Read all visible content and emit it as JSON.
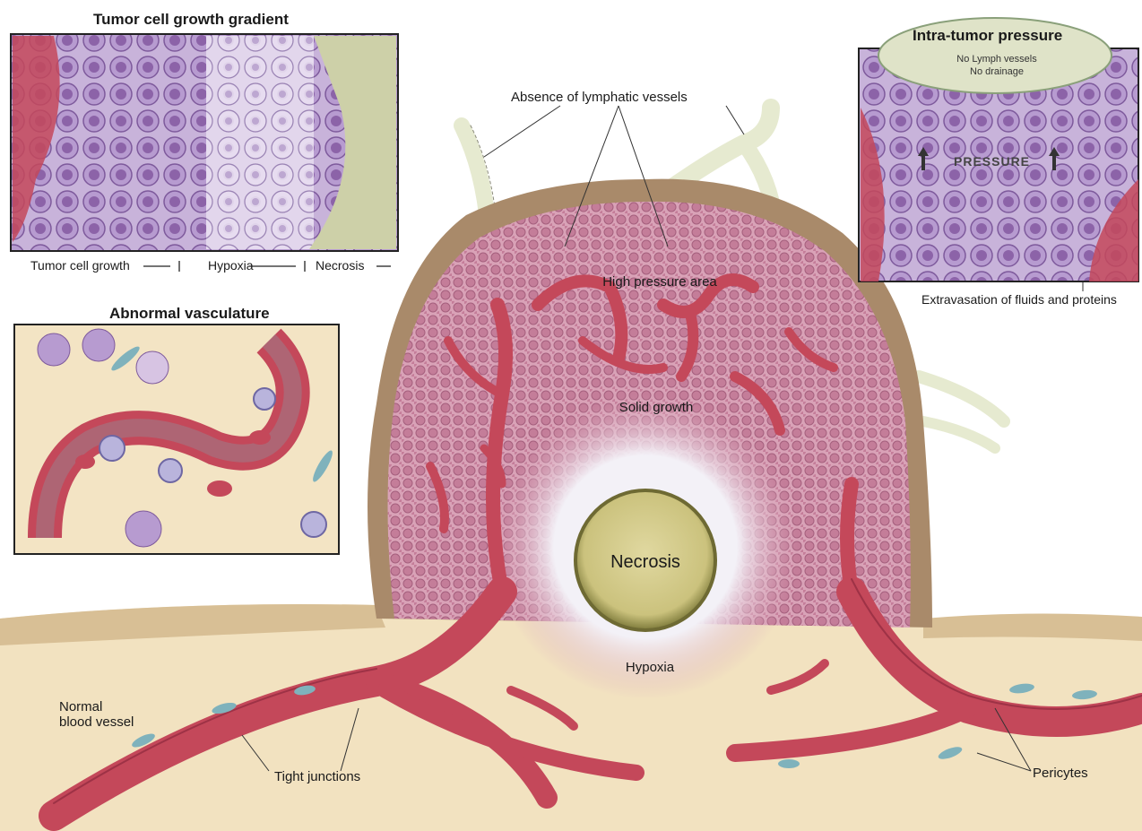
{
  "panels": {
    "growth_gradient": {
      "title": "Tumor cell growth gradient",
      "scale": {
        "growth": "Tumor cell growth",
        "hypoxia": "Hypoxia",
        "necrosis": "Necrosis"
      }
    },
    "vasculature": {
      "title": "Abnormal vasculature"
    },
    "pressure": {
      "title": "Intra-tumor pressure",
      "no_lymph": "No Lymph vessels",
      "no_drainage": "No drainage",
      "pressure_word": "PRESSURE",
      "caption": "Extravasation of fluids and proteins"
    }
  },
  "main": {
    "lymphatic_label": "Absence of lymphatic vessels",
    "high_pressure": "High pressure area",
    "solid_growth": "Solid growth",
    "necrosis": "Necrosis",
    "hypoxia": "Hypoxia",
    "normal_vessel": "Normal\nblood vessel",
    "tight_junctions": "Tight junctions",
    "pericytes": "Pericytes"
  },
  "colors": {
    "tissue": "#f3e4c4",
    "tumor": "#c98aa3",
    "vessel": "#c4485a",
    "necrosis": "#cfc781",
    "hypoxia": "#e7e3ee",
    "cell": "#b79bd0",
    "pericyte": "#7fb2bc"
  }
}
